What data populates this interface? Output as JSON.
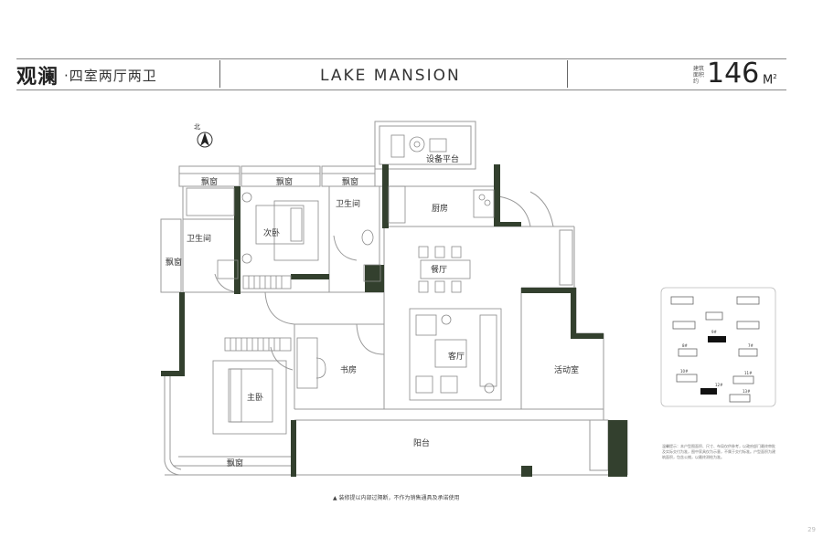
{
  "header": {
    "title": "观澜",
    "subtitle": "·四室两厅两卫",
    "project_name": "LAKE MANSION",
    "area_label": "建筑面积约",
    "area_value": "146",
    "area_unit": "M",
    "area_unit_sup": "2"
  },
  "compass": {
    "label": "北"
  },
  "rooms": {
    "equipment_platform": "设备平台",
    "bay_window_1": "飘窗",
    "bay_window_2": "飘窗",
    "bay_window_3": "飘窗",
    "bay_window_left": "飘窗",
    "bay_window_bottom": "飘窗",
    "bathroom_1": "卫生间",
    "bathroom_2": "卫生间",
    "second_bedroom": "次卧",
    "kitchen": "厨房",
    "dining": "餐厅",
    "living": "客厅",
    "study": "书房",
    "master_bedroom": "主卧",
    "activity_room": "活动室",
    "balcony": "阳台"
  },
  "key_plan": {
    "labels": [
      "9#",
      "8#",
      "7#",
      "10#",
      "11#",
      "12#",
      "13#"
    ]
  },
  "note": "▲ 装修提以内部过隔断，不作为销售通具及承诺使用",
  "side_text": "温馨提示：本户型图面积、尺寸、布局仅供参考，以政府部门最终审批及实际交付为准，图中家具仅为示意，不属于交付标准。户型面积为建筑面积，包含公摊，以最终测绘为准。",
  "page_number": "29"
}
